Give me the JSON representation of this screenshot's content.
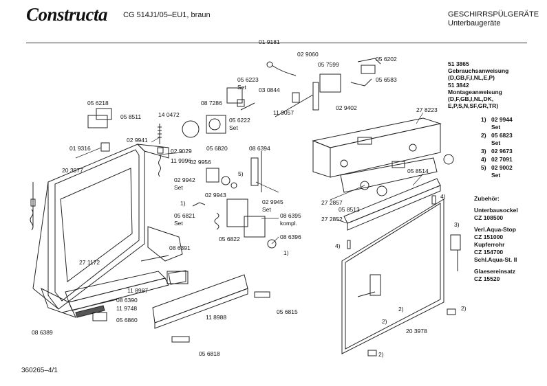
{
  "header": {
    "logo": "Constructa",
    "model": "CG 514J1/05–EU1, braun",
    "category_line1": "GESCHIRRSPÜLGERÄTE",
    "category_line2": "Unterbaugeräte"
  },
  "footer": {
    "page_id": "360265–4/1"
  },
  "parts": {
    "p019181": "01 9181",
    "p029060": "02 9060",
    "p057599": "05 7599",
    "p056202": "05 6202",
    "p056583": "05 6583",
    "p056223": "05 6223",
    "p056223set": "Set",
    "p030844": "03 0844",
    "p056218": "05 6218",
    "p058511": "05 8511",
    "p087286": "08 7286",
    "p140472": "14 0472",
    "p056222": "05 6222",
    "p056222set": "Set",
    "p119057": "11 9057",
    "p029402": "02 9402",
    "p278223": "27 8223",
    "p029941": "02 9941",
    "p019316": "01 9316",
    "p029029": "02 9029",
    "p119996": "11 9996",
    "p203977": "20 3977",
    "p056820": "05 6820",
    "p086394": "08 6394",
    "p029956": "02 9956",
    "p029942": "02 9942",
    "p029942set": "Set",
    "p5": "5)",
    "p029943": "02 9943",
    "p029945": "02 9945",
    "p029945set": "Set",
    "p1a": "1)",
    "p086395": "08 6395",
    "p086395k": "kompl.",
    "p056821": "05 6821",
    "p056821set": "Set",
    "p086396": "08 6396",
    "p056822": "05 6822",
    "p1b": "1)",
    "p086391": "08 6391",
    "p271172": "27 1172",
    "p118987": "11 8987",
    "p086390": "08 6390",
    "p119748": "11 9748",
    "p056860": "05 6860",
    "p086389": "08 6389",
    "p118988": "11 8988",
    "p056815": "05 6815",
    "p056818": "05 6818",
    "p058514": "05 8514",
    "p272857": "27 2857",
    "p058513": "05 8513",
    "p272852": "27 2852",
    "p4a": "4)",
    "p4b": "4)",
    "p3": "3)",
    "p2a": "2)",
    "p2b": "2)",
    "p2c": "2)",
    "p2d": "2)",
    "p203978": "20 3978"
  },
  "info": {
    "doc1_num": "51 3865",
    "doc1_title": "Gebrauchsanweisung",
    "doc1_langs": "(D,GB,F,I,NL,E,P)",
    "doc2_num": "51 3842",
    "doc2_title": "Montageanweisung",
    "doc2_langs1": "(D,F,GB,I,NL,DK,",
    "doc2_langs2": "E,P,S,N,SF,GR,TR)",
    "fn1_key": "1)",
    "fn1_val": "02 9944",
    "fn1_set": "Set",
    "fn2_key": "2)",
    "fn2_val": "05 6823",
    "fn2_set": "Set",
    "fn3_key": "3)",
    "fn3_val": "02 9673",
    "fn4_key": "4)",
    "fn4_val": "02 7091",
    "fn5_key": "5)",
    "fn5_val": "02 9002",
    "fn5_set": "Set",
    "acc_title": "Zubehör:",
    "acc1_name": "Unterbausockel",
    "acc1_code": "CZ 108500",
    "acc2_name": "Verl.Aqua-Stop",
    "acc2_code": "CZ 151000",
    "acc3_name": "Kupferrohr",
    "acc3_code": "CZ 154700",
    "acc4_name": "Schl.Aqua-St. II",
    "acc5_name": "Glaesereinsatz",
    "acc5_code": "CZ 15520"
  }
}
